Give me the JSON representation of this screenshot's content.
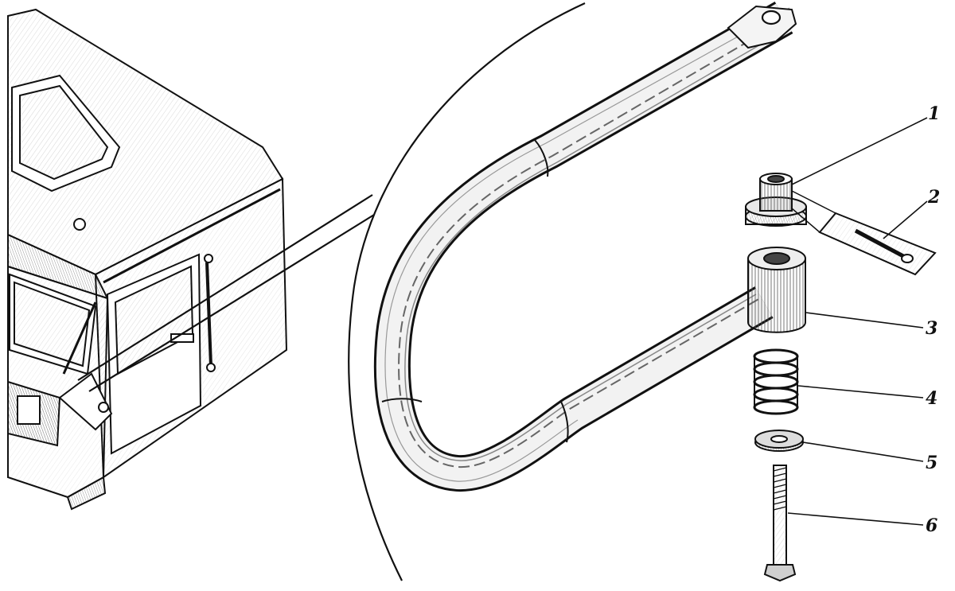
{
  "colors": {
    "ink": "#111111",
    "hatch": "#555555",
    "paper": "#ffffff",
    "shade": "#d9d9d9"
  },
  "callouts": {
    "c1": "1",
    "c2": "2",
    "c3": "3",
    "c4": "4",
    "c5": "5",
    "c6": "6"
  }
}
